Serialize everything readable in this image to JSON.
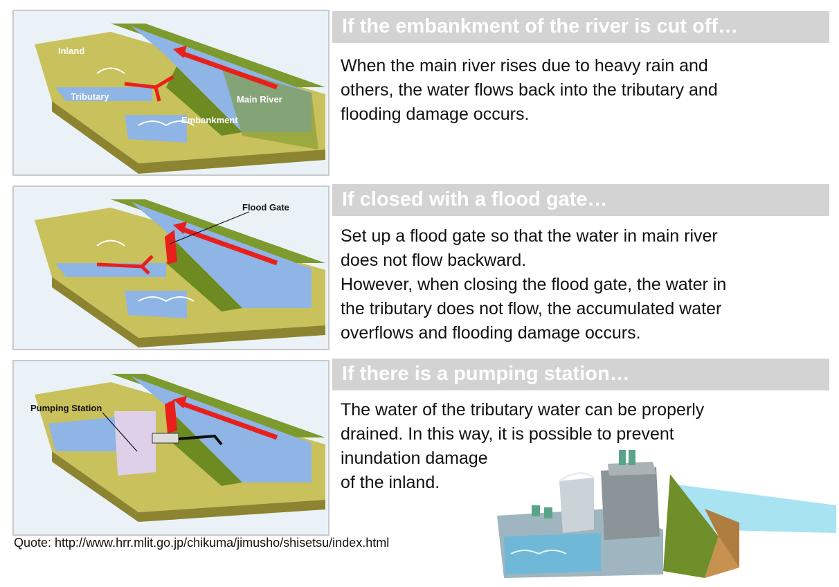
{
  "sections": [
    {
      "heading": "If the embankment of the river is cut off…",
      "lines": [
        "When the main river rises due to heavy rain and",
        "others, the water flows back into the tributary and",
        "flooding damage occurs."
      ]
    },
    {
      "heading": "If closed with a flood gate…",
      "lines": [
        "Set up a flood gate so that the water in main river",
        "does not flow backward.",
        "However, when closing the flood gate, the water in",
        "the tributary does not flow, the accumulated water",
        "overflows and flooding damage occurs."
      ]
    },
    {
      "heading": "If there is a pumping station…",
      "lines": [
        "The water of the tributary water can be properly",
        "drained. In this way, it is possible to prevent",
        "inundation damage",
        "of the inland."
      ]
    }
  ],
  "diagram_labels": {
    "inland": "Inland",
    "tributary": "Tributary",
    "main_river": "Main River",
    "embankment": "Embankment",
    "flood_gate": "Flood Gate",
    "pumping_station": "Pumping Station"
  },
  "quote": "Quote: http://www.hrr.mlit.go.jp/chikuma/jimusho/shisetsu/index.html",
  "colors": {
    "heading_band": "#d3d3d3",
    "water": "#8fb4e6",
    "land": "#c9c15c",
    "embankment": "#7d9a2e",
    "arrow": "#e8201c",
    "panel_bg": "#eaf2f7"
  }
}
